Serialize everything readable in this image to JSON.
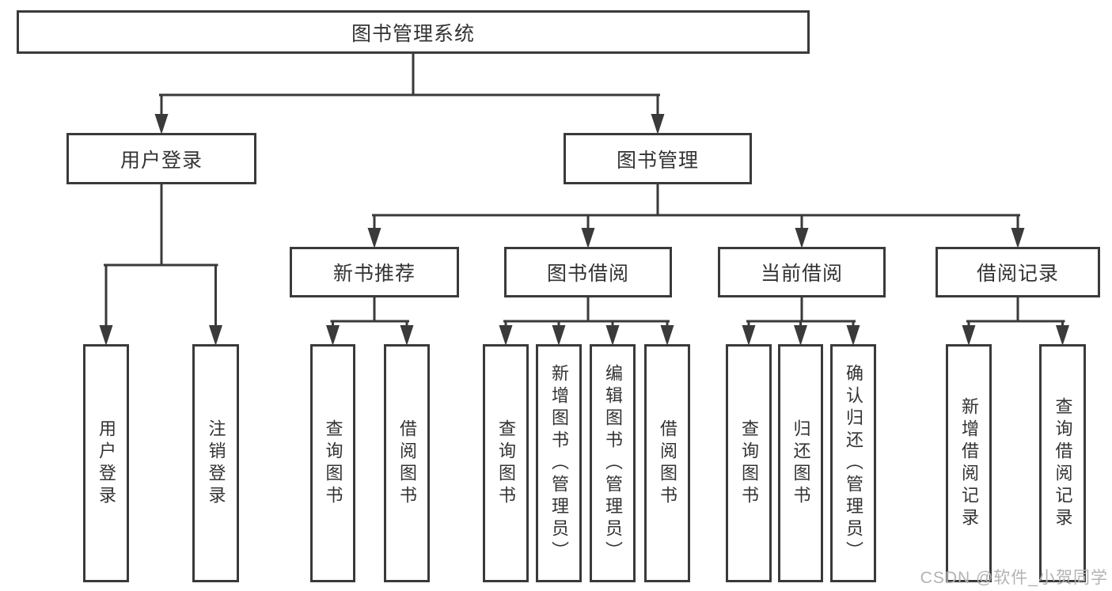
{
  "diagram": {
    "title": "图书管理系统",
    "colors": {
      "line": "#3a3a3a",
      "text": "#333333",
      "box_background": "#ffffff",
      "page_background": "#ffffff",
      "watermark": "#b3b3b3"
    },
    "nodes": [
      {
        "id": "root",
        "label": "图书管理系统",
        "parent": null,
        "orientation": "horizontal"
      },
      {
        "id": "user-login",
        "label": "用户登录",
        "parent": "root",
        "orientation": "horizontal"
      },
      {
        "id": "book-mgmt",
        "label": "图书管理",
        "parent": "root",
        "orientation": "horizontal"
      },
      {
        "id": "new-book-rec",
        "label": "新书推荐",
        "parent": "book-mgmt",
        "orientation": "horizontal"
      },
      {
        "id": "book-borrow",
        "label": "图书借阅",
        "parent": "book-mgmt",
        "orientation": "horizontal"
      },
      {
        "id": "current-borrow",
        "label": "当前借阅",
        "parent": "book-mgmt",
        "orientation": "horizontal"
      },
      {
        "id": "borrow-record",
        "label": "借阅记录",
        "parent": "book-mgmt",
        "orientation": "horizontal"
      },
      {
        "id": "login",
        "label": "用户登录",
        "parent": "user-login",
        "orientation": "vertical"
      },
      {
        "id": "logout",
        "label": "注销登录",
        "parent": "user-login",
        "orientation": "vertical"
      },
      {
        "id": "rec-query-book",
        "label": "查询图书",
        "parent": "new-book-rec",
        "orientation": "vertical"
      },
      {
        "id": "rec-borrow-book",
        "label": "借阅图书",
        "parent": "new-book-rec",
        "orientation": "vertical"
      },
      {
        "id": "bb-query-book",
        "label": "查询图书",
        "parent": "book-borrow",
        "orientation": "vertical"
      },
      {
        "id": "bb-add-book",
        "label": "新增图书（管理员）",
        "parent": "book-borrow",
        "orientation": "vertical"
      },
      {
        "id": "bb-edit-book",
        "label": "编辑图书（管理员）",
        "parent": "book-borrow",
        "orientation": "vertical"
      },
      {
        "id": "bb-borrow-book",
        "label": "借阅图书",
        "parent": "book-borrow",
        "orientation": "vertical"
      },
      {
        "id": "cb-query-book",
        "label": "查询图书",
        "parent": "current-borrow",
        "orientation": "vertical"
      },
      {
        "id": "cb-return-book",
        "label": "归还图书",
        "parent": "current-borrow",
        "orientation": "vertical"
      },
      {
        "id": "cb-confirm-return",
        "label": "确认归还（管理员）",
        "parent": "current-borrow",
        "orientation": "vertical"
      },
      {
        "id": "br-add-record",
        "label": "新增借阅记录",
        "parent": "borrow-record",
        "orientation": "vertical"
      },
      {
        "id": "br-query-record",
        "label": "查询借阅记录",
        "parent": "borrow-record",
        "orientation": "vertical"
      }
    ]
  },
  "watermark": {
    "text": "CSDN @软件_小贺同学"
  }
}
